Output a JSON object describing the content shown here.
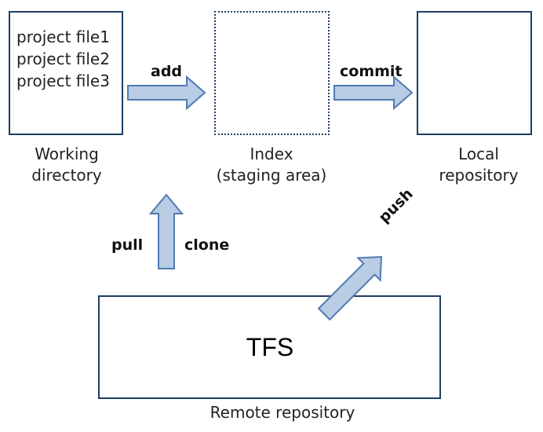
{
  "working": {
    "files": [
      "project file1",
      "project file2",
      "project file3"
    ],
    "label_line1": "Working",
    "label_line2": "directory"
  },
  "index": {
    "label_line1": "Index",
    "label_line2": "(staging area)"
  },
  "local": {
    "label_line1": "Local",
    "label_line2": "repository"
  },
  "remote": {
    "title": "TFS",
    "label": "Remote repository"
  },
  "operations": {
    "add": "add",
    "commit": "commit",
    "push": "push",
    "pull": "pull",
    "clone": "clone"
  },
  "colors": {
    "box_border": "#1f3d64",
    "arrow_fill": "#b8cce4",
    "arrow_stroke": "#4f7bb3"
  }
}
